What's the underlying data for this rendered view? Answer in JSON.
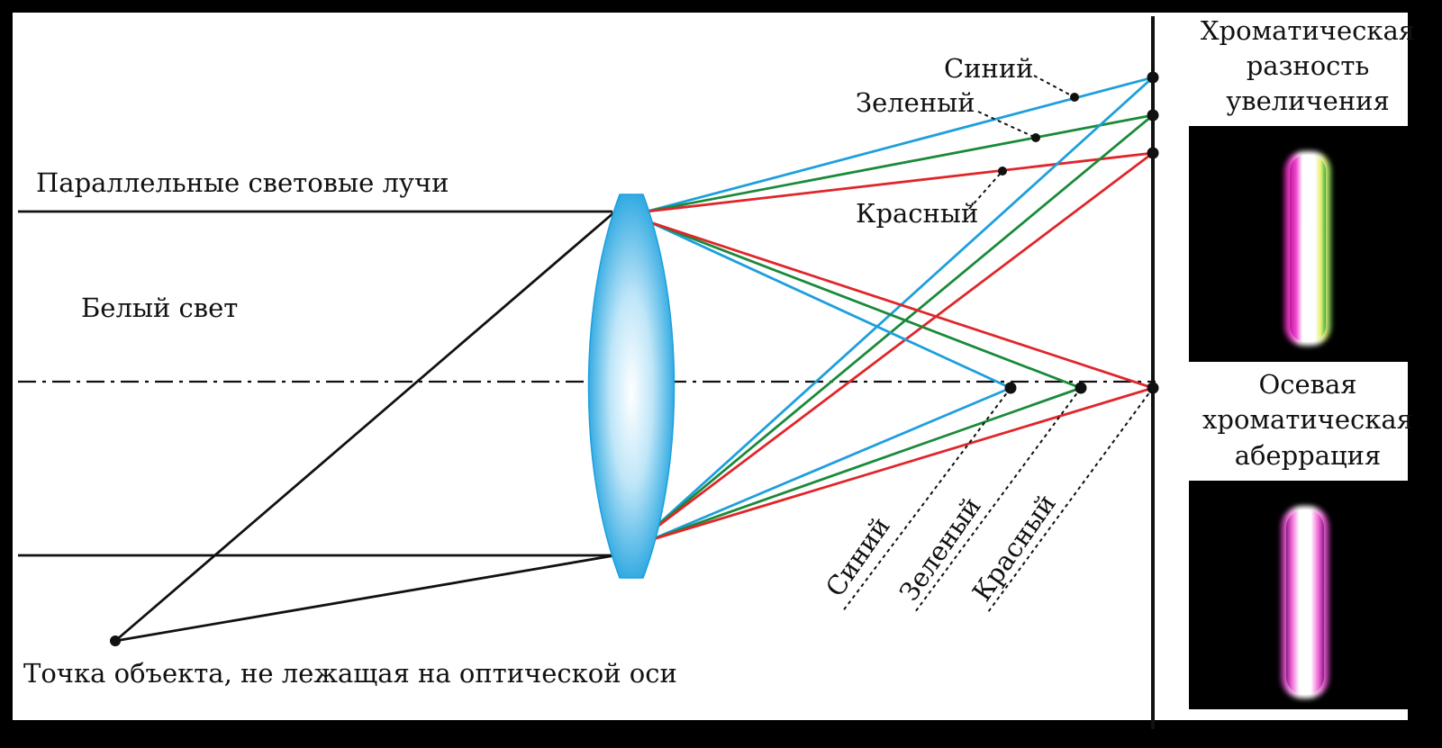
{
  "labels": {
    "parallel_rays": "Параллельные световые лучи",
    "white_light": "Белый свет",
    "object_point": "Точка объекта, не лежащая на оптической оси",
    "top_blue": "Синий",
    "top_green": "Зеленый",
    "top_red": "Красный",
    "focus_blue": "Синий",
    "focus_green": "Зеленый",
    "focus_red": "Красный",
    "lateral_title_line1": "Хроматическая",
    "lateral_title_line2": "разность",
    "lateral_title_line3": "увеличения",
    "axial_title_line1": "Осевая",
    "axial_title_line2": "хроматическая",
    "axial_title_line3": "аберрация"
  },
  "colors": {
    "background": "#ffffff",
    "frame": "#000000",
    "blue_ray": "#1e9fdc",
    "green_ray": "#1a8a3a",
    "red_ray": "#e0262a",
    "black_ray": "#111111",
    "lens_edge": "#1aa0de",
    "lens_center": "#ffffff",
    "inset_background": "#000000"
  },
  "icons": {
    "lens": "biconvex-lens",
    "lateral_inset": "color-fringed-bar-image",
    "axial_inset": "white-bar-with-magenta-halo-image"
  }
}
